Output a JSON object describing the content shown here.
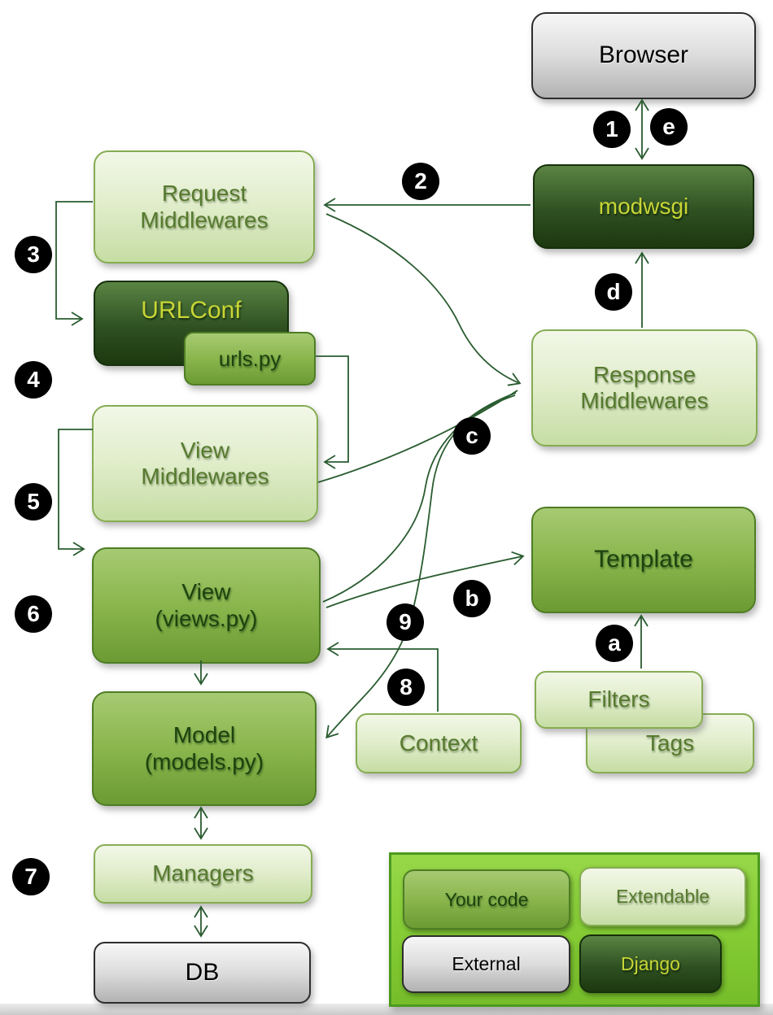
{
  "diagram": {
    "nodes": {
      "browser": {
        "line1": "Browser",
        "type": "external"
      },
      "modwsgi": {
        "line1": "modwsgi",
        "type": "django"
      },
      "request_middlewares": {
        "line1": "Request",
        "line2": "Middlewares",
        "type": "extendable"
      },
      "urlconf": {
        "line1": "URLConf",
        "type": "django"
      },
      "urls_py": {
        "line1": "urls.py",
        "type": "your_code"
      },
      "view_middlewares": {
        "line1": "View",
        "line2": "Middlewares",
        "type": "extendable"
      },
      "view": {
        "line1": "View",
        "line2": "(views.py)",
        "type": "your_code"
      },
      "model": {
        "line1": "Model",
        "line2": "(models.py)",
        "type": "your_code"
      },
      "managers": {
        "line1": "Managers",
        "type": "extendable"
      },
      "db": {
        "line1": "DB",
        "type": "external"
      },
      "response_middlewares": {
        "line1": "Response",
        "line2": "Middlewares",
        "type": "extendable"
      },
      "template": {
        "line1": "Template",
        "type": "your_code"
      },
      "filters": {
        "line1": "Filters",
        "type": "extendable"
      },
      "tags": {
        "line1": "Tags",
        "type": "extendable"
      },
      "context": {
        "line1": "Context",
        "type": "extendable"
      }
    },
    "steps": {
      "s1": "1",
      "s2": "2",
      "s3": "3",
      "s4": "4",
      "s5": "5",
      "s6": "6",
      "s7": "7",
      "s8": "8",
      "s9": "9",
      "sa": "a",
      "sb": "b",
      "sc": "c",
      "sd": "d",
      "se": "e"
    },
    "legend": {
      "items": [
        {
          "label": "Your code",
          "type": "your_code"
        },
        {
          "label": "Extendable",
          "type": "extendable"
        },
        {
          "label": "External",
          "type": "external"
        },
        {
          "label": "Django",
          "type": "django"
        }
      ]
    },
    "palette": {
      "your_code_top": "#9cc463",
      "your_code_bottom": "#6c9a33",
      "your_code_text": "#1c430f",
      "extendable_top": "#f0f6e3",
      "extendable_bottom": "#c6dda4",
      "extendable_text": "#567a2e",
      "django_top": "#56803f",
      "django_bottom": "#1c380f",
      "django_text": "#c8d536",
      "external_top": "#f4f4f4",
      "external_bottom": "#b4b4b4",
      "external_text": "#000000",
      "legend_panel": "#84cb34",
      "arrow": "#2a5c30",
      "badge_bg": "#000000",
      "badge_text": "#ffffff"
    }
  }
}
